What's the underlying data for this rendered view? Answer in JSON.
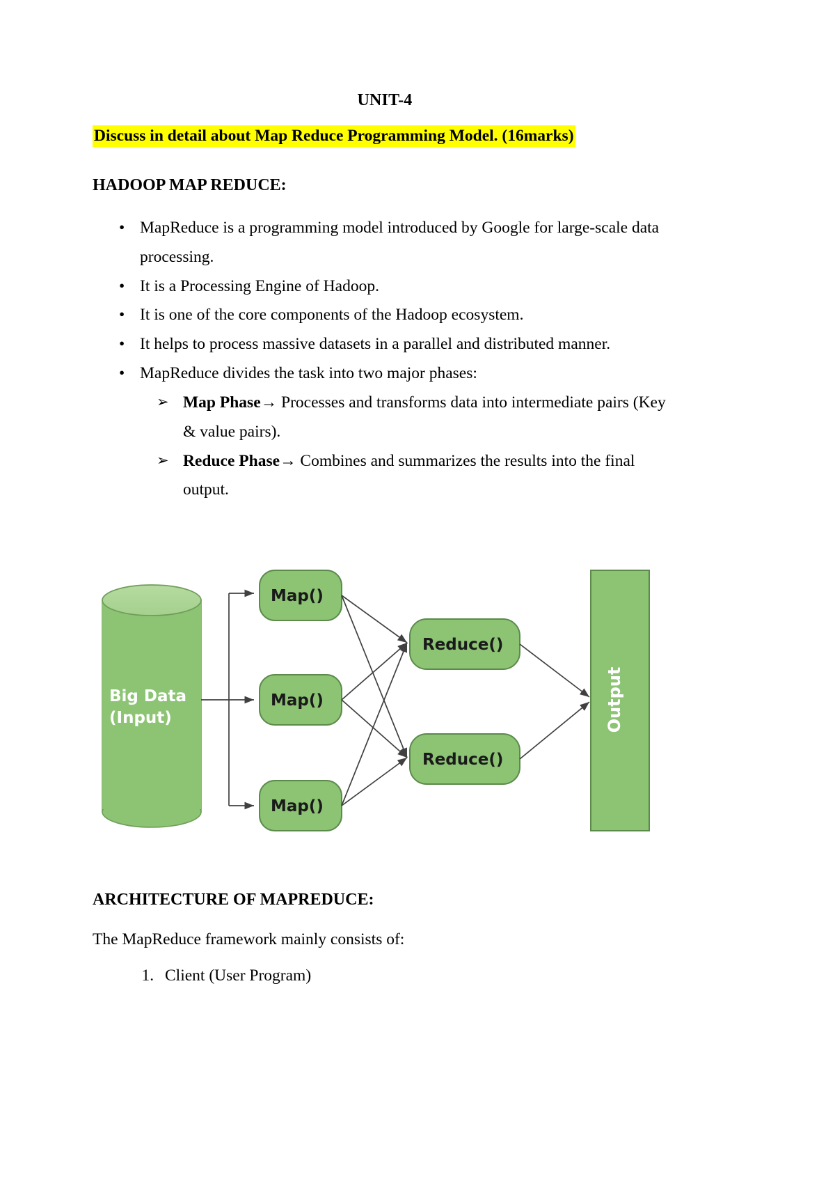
{
  "document": {
    "unit_title": "UNIT-4",
    "question": "Discuss in detail about Map Reduce Programming Model. (16marks)",
    "section_heading": "HADOOP MAP REDUCE:",
    "bullet_marker": "•",
    "arrow_marker": "➢",
    "bullets": [
      "MapReduce is a programming model introduced by Google for large-scale data processing.",
      "It is a Processing Engine of Hadoop.",
      "It is one of the core components of the Hadoop ecosystem.",
      "It helps to process massive datasets in a parallel and distributed manner.",
      "MapReduce divides the task into two major phases:"
    ],
    "sub_bullets": [
      {
        "term": "Map Phase",
        "arrow": "→",
        "text": "Processes and transforms data into intermediate pairs (Key & value pairs)."
      },
      {
        "term": "Reduce Phase",
        "arrow": "→",
        "text": "Combines and summarizes the results into the final output."
      }
    ],
    "architecture_heading": "ARCHITECTURE OF MAPREDUCE:",
    "architecture_intro": "The MapReduce framework mainly consists of:",
    "architecture_items": [
      "Client (User Program)"
    ]
  },
  "diagram": {
    "input_label_line1": "Big Data",
    "input_label_line2": "(Input)",
    "map_nodes": [
      "Map()",
      "Map()",
      "Map()"
    ],
    "reduce_nodes": [
      "Reduce()",
      "Reduce()"
    ],
    "output_label": "Output",
    "colors": {
      "node_fill": "#8cc474",
      "node_stroke": "#5b8a4b",
      "cylinder_top": "#a8d48f",
      "arrow": "#404040",
      "highlight": "#ffff00"
    }
  }
}
